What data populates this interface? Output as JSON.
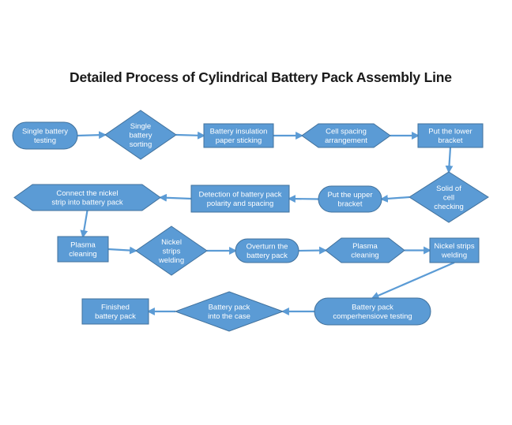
{
  "title": "Detailed Process of Cylindrical Battery Pack Assembly Line",
  "colors": {
    "node_fill": "#5b9bd5",
    "node_stroke": "#41719c",
    "arrow": "#5b9bd5",
    "text": "#ffffff"
  },
  "nodes": [
    {
      "id": "n1",
      "shape": "rounded",
      "lines": [
        "Single battery",
        "testing"
      ]
    },
    {
      "id": "n2",
      "shape": "diamond",
      "lines": [
        "Single",
        "battery",
        "sorting"
      ]
    },
    {
      "id": "n3",
      "shape": "rect",
      "lines": [
        "Battery insulation",
        "paper sticking"
      ]
    },
    {
      "id": "n4",
      "shape": "hexagon",
      "lines": [
        "Cell spacing",
        "arrangement"
      ]
    },
    {
      "id": "n5",
      "shape": "rect",
      "lines": [
        "Put the lower",
        "bracket"
      ]
    },
    {
      "id": "n6",
      "shape": "diamond",
      "lines": [
        "Solid of",
        "cell",
        "checking"
      ]
    },
    {
      "id": "n7",
      "shape": "rounded",
      "lines": [
        "Put the upper",
        "bracket"
      ]
    },
    {
      "id": "n8",
      "shape": "rect",
      "lines": [
        "Detection of battery pack",
        "polarity and spacing"
      ]
    },
    {
      "id": "n9",
      "shape": "hexagon",
      "lines": [
        "Connect the nickel",
        "strip into battery pack"
      ]
    },
    {
      "id": "n10",
      "shape": "rect",
      "lines": [
        "Plasma",
        "cleaning"
      ]
    },
    {
      "id": "n11",
      "shape": "diamond",
      "lines": [
        "Nickel",
        "strips",
        "welding"
      ]
    },
    {
      "id": "n12",
      "shape": "rounded",
      "lines": [
        "Overturn the",
        "battery pack"
      ]
    },
    {
      "id": "n13",
      "shape": "hexagon",
      "lines": [
        "Plasma",
        "cleaning"
      ]
    },
    {
      "id": "n14",
      "shape": "rect",
      "lines": [
        "Nickel strips",
        "welding"
      ]
    },
    {
      "id": "n15",
      "shape": "rounded",
      "lines": [
        "Battery pack",
        "comperhensiove testing"
      ]
    },
    {
      "id": "n16",
      "shape": "diamond",
      "lines": [
        "Battery pack",
        "into the case"
      ]
    },
    {
      "id": "n17",
      "shape": "rect",
      "lines": [
        "Finished",
        "battery pack"
      ]
    }
  ],
  "edges": [
    [
      "n1",
      "n2"
    ],
    [
      "n2",
      "n3"
    ],
    [
      "n3",
      "n4"
    ],
    [
      "n4",
      "n5"
    ],
    [
      "n5",
      "n6"
    ],
    [
      "n6",
      "n7"
    ],
    [
      "n7",
      "n8"
    ],
    [
      "n8",
      "n9"
    ],
    [
      "n9",
      "n10"
    ],
    [
      "n10",
      "n11"
    ],
    [
      "n11",
      "n12"
    ],
    [
      "n12",
      "n13"
    ],
    [
      "n13",
      "n14"
    ],
    [
      "n14",
      "n15"
    ],
    [
      "n15",
      "n16"
    ],
    [
      "n16",
      "n17"
    ]
  ]
}
